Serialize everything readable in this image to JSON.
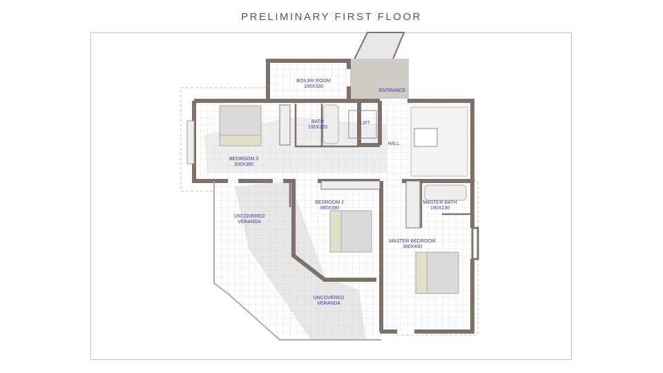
{
  "title": "PRELIMINARY FIRST FLOOR",
  "colors": {
    "wall": "#7d716a",
    "label": "#3a3aa8",
    "grid": "#d6dce2",
    "shadow": "#d4d4d4"
  },
  "rooms": [
    {
      "name": "BOILER ROOM",
      "size": "180X330"
    },
    {
      "name": "ENTRANCE",
      "size": ""
    },
    {
      "name": "BATH",
      "size": "190X220"
    },
    {
      "name": "LIFT",
      "size": ""
    },
    {
      "name": "HALL",
      "size": ""
    },
    {
      "name": "BEDROOM 3",
      "size": "330X380"
    },
    {
      "name": "BEDROOM 2",
      "size": "380X390"
    },
    {
      "name": "MASTER BATH",
      "size": "190X230"
    },
    {
      "name": "MASTER BEDROOM",
      "size": "380X400"
    },
    {
      "name": "UNCOVERED",
      "size": "VERANDA"
    },
    {
      "name": "UNCOVERED",
      "size": "VERANDA"
    }
  ]
}
